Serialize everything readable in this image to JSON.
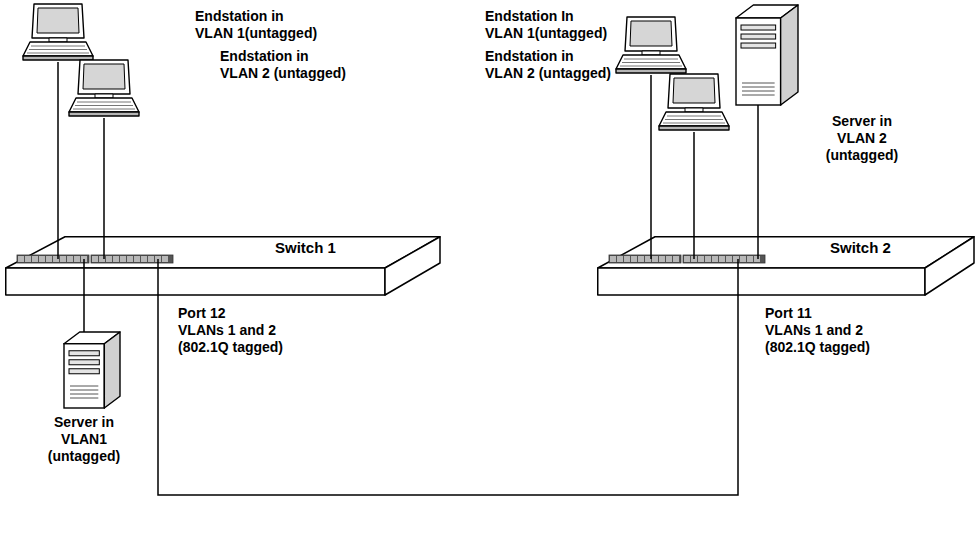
{
  "diagram": {
    "nodes": [
      {
        "text": [
          "Endstation in VLAN 1(untagged)"
        ]
      },
      {
        "text": [
          "Endstation in VLAN 2 (untagged)"
        ]
      },
      {
        "text": [
          "Endstation In VLAN 1(untagged)"
        ]
      },
      {
        "text": [
          "Endstation in VLAN 2 (untagged)"
        ]
      },
      {
        "text": [
          "Server in VLAN 2 (untagged)"
        ]
      },
      {
        "text": [
          "Switch 1"
        ]
      },
      {
        "text": [
          "Switch 2"
        ]
      },
      {
        "text": [
          "Server in VLAN1 (untagged)"
        ]
      }
    ],
    "edges": [
      {
        "from": 0,
        "to": 5,
        "arrow": "none"
      },
      {
        "from": 1,
        "to": 5,
        "arrow": "none"
      },
      {
        "from": 7,
        "to": 5,
        "arrow": "none"
      },
      {
        "from": 5,
        "to": 6,
        "arrow": "none"
      },
      {
        "from": 2,
        "to": 6,
        "arrow": "none"
      },
      {
        "from": 3,
        "to": 6,
        "arrow": "none"
      },
      {
        "from": 4,
        "to": 6,
        "arrow": "none"
      }
    ],
    "labels": [
      "Port 12",
      "VLANs 1 and 2 (802.1Q tagged)",
      "Port 11",
      "VLANs 1 and 2 (802.1Q tagged)"
    ]
  }
}
